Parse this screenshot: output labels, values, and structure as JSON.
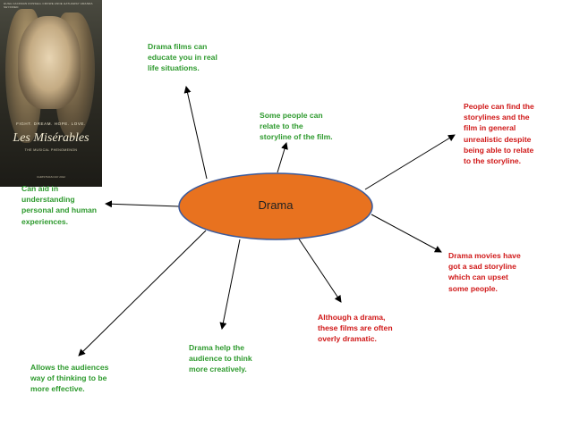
{
  "poster": {
    "credits": "HUGH JACKMAN   RUSSELL CROWE   ANNE HATHAWAY   AMANDA SEYFRIED",
    "tagline": "FIGHT. DREAM. HOPE. LOVE.",
    "title": "Les Misérables",
    "subtitle": "THE MUSICAL PHENOMENON",
    "bottom": "CHRISTMAS DAY 2012"
  },
  "center": {
    "label": "Drama",
    "fill": "#e8721f",
    "stroke": "#3a5a9c"
  },
  "colors": {
    "green": "#2e9a2e",
    "red": "#d01818"
  },
  "notes": {
    "educate": "Drama films can\neducate you in real\nlife situations.",
    "relate": "Some people can\nrelate to the\nstoryline of the film.",
    "unrealistic": "People can find the\nstorylines and the\nfilm in general\nunrealistic despite\nbeing able to relate\nto the storyline.",
    "aid": "Can aid in\nunderstanding\npersonal and human\nexperiences.",
    "sad": "Drama movies have\ngot a sad storyline\nwhich can upset\nsome people.",
    "overly": "Although a drama,\nthese films are often\noverly dramatic.",
    "creative": "Drama help the\naudience to think\nmore creatively.",
    "effective": "Allows the audiences\nway of thinking to be\nmore effective."
  }
}
